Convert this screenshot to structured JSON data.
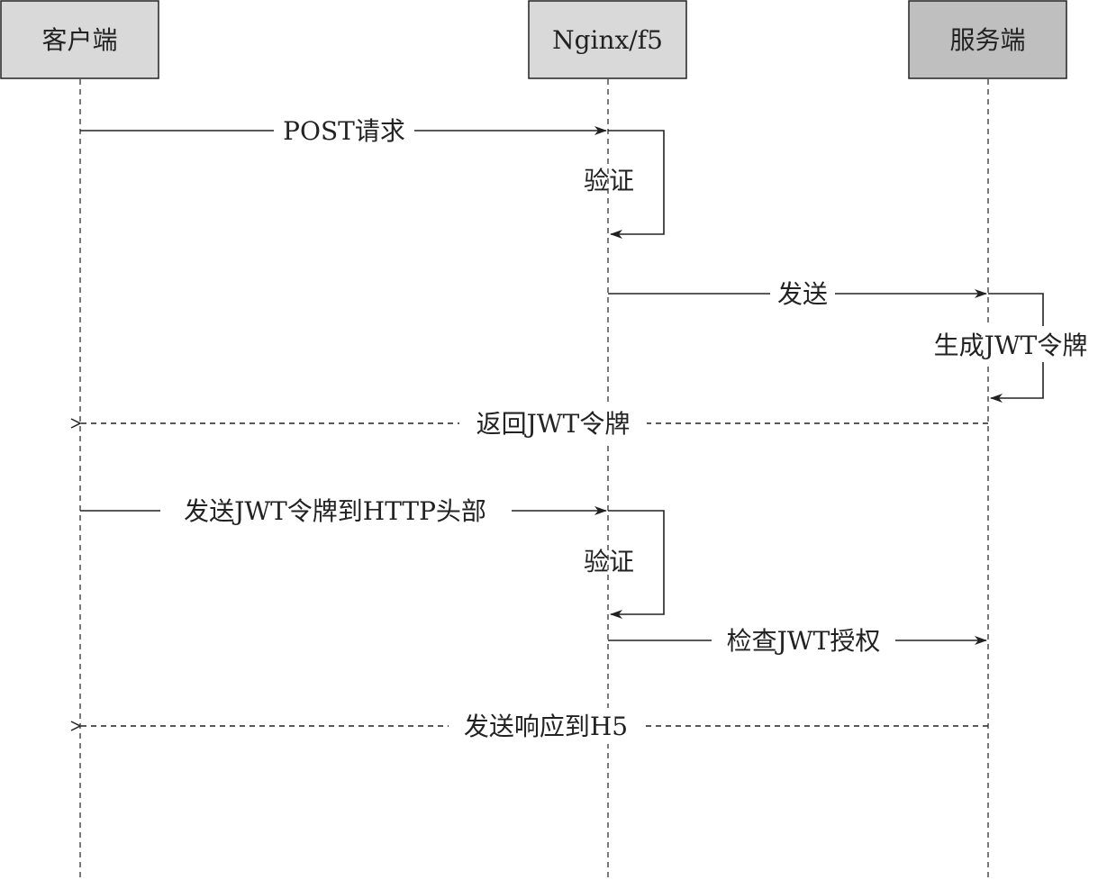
{
  "colors": {
    "participant_fill": "#d9d9d9",
    "server_fill": "#bfbfbf",
    "line": "#222222",
    "background": "#ffffff"
  },
  "participants": [
    {
      "id": "client",
      "label": "客户端"
    },
    {
      "id": "proxy",
      "label": "Nginx/f5"
    },
    {
      "id": "server",
      "label": "服务端"
    }
  ],
  "messages": [
    {
      "label": "POST请求",
      "from": "client",
      "to": "proxy",
      "style": "solid"
    },
    {
      "label": "验证",
      "from": "proxy",
      "to": "proxy",
      "style": "self"
    },
    {
      "label": "发送",
      "from": "proxy",
      "to": "server",
      "style": "solid"
    },
    {
      "label": "生成JWT令牌",
      "from": "server",
      "to": "server",
      "style": "self"
    },
    {
      "label": "返回JWT令牌",
      "from": "server",
      "to": "client",
      "style": "dashed"
    },
    {
      "label": "发送JWT令牌到HTTP头部",
      "from": "client",
      "to": "proxy",
      "style": "solid"
    },
    {
      "label": "验证",
      "from": "proxy",
      "to": "proxy",
      "style": "self"
    },
    {
      "label": "检查JWT授权",
      "from": "proxy",
      "to": "server",
      "style": "solid"
    },
    {
      "label": "发送响应到H5",
      "from": "server",
      "to": "client",
      "style": "dashed"
    }
  ]
}
